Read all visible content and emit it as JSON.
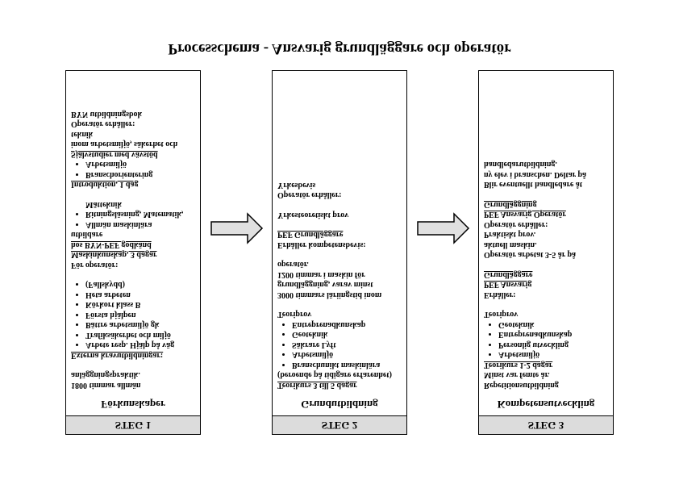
{
  "caption": "Processchema - Ansvarig grundläggare och operatör",
  "steps": [
    {
      "header": "STEG 1",
      "title": "Förkunskaper",
      "lines": [
        {
          "text": "1800 timmar allmän",
          "style": ""
        },
        {
          "text": "anläggningspraktik.",
          "style": ""
        },
        {
          "text": "",
          "style": "gap"
        },
        {
          "text": "Externa kravutbildningar:",
          "style": "u"
        },
        {
          "text": "Arbete resp. Hjälp på väg",
          "style": "li"
        },
        {
          "text": "Trafiksäkerhet och miljö",
          "style": "li"
        },
        {
          "text": "Bättre arbetsmiljö gk",
          "style": "li"
        },
        {
          "text": "Första hjälpen",
          "style": "li"
        },
        {
          "text": "Körkort klass B",
          "style": "li"
        },
        {
          "text": "Heta arbeten",
          "style": "li"
        },
        {
          "text": "(Fallskydd)",
          "style": "li"
        },
        {
          "text": "",
          "style": "gap"
        },
        {
          "text": "För operatör:",
          "style": ""
        },
        {
          "text": "Maskinkunskap, 3 dagar",
          "style": "u"
        },
        {
          "text": "hos BYN-PEF godkänd",
          "style": "u"
        },
        {
          "text": "utbildare",
          "style": ""
        },
        {
          "text": "Allmän maskinlära",
          "style": "li"
        },
        {
          "text": "Ritningsläsning, Matematik,",
          "style": "li"
        },
        {
          "text": "Mätteknik",
          "style": "indent"
        },
        {
          "text": "",
          "style": "gap"
        },
        {
          "text": "Introduktion, 1 dag",
          "style": "u"
        },
        {
          "text": "Branschorientering",
          "style": "li"
        },
        {
          "text": "Arbetsmiljö",
          "style": "li"
        },
        {
          "text": "Självstudier med vävstöd",
          "style": "u"
        },
        {
          "text": "inom arbetsmiljö, säkerhet och",
          "style": ""
        },
        {
          "text": "teknik",
          "style": ""
        },
        {
          "text": "Operatör erhåller:",
          "style": ""
        },
        {
          "text": "BYN utbildningsbok",
          "style": ""
        }
      ]
    },
    {
      "header": "STEG 2",
      "title": "Grundutbildning",
      "lines": [
        {
          "text": "Teorikurs 3 till 5 dagar",
          "style": "u"
        },
        {
          "text": "(beroende på tidigare erfarenhet)",
          "style": ""
        },
        {
          "text": "Branschunikt maskinlära",
          "style": "li"
        },
        {
          "text": "Arbetsmiljö",
          "style": "li"
        },
        {
          "text": "Säkrare Lyft",
          "style": "li"
        },
        {
          "text": "Geoteknik",
          "style": "li"
        },
        {
          "text": "Entreprenadkunskap",
          "style": "li"
        },
        {
          "text": "Teoriprov",
          "style": ""
        },
        {
          "text": "",
          "style": "gap"
        },
        {
          "text": "3000 timmars läriingstid inom",
          "style": ""
        },
        {
          "text": "grundläggning, varav minst",
          "style": ""
        },
        {
          "text": "1200 timmar i maskin för",
          "style": ""
        },
        {
          "text": "operatör.",
          "style": ""
        },
        {
          "text": "",
          "style": "gap"
        },
        {
          "text": "Erhåller kompetensbevis:",
          "style": ""
        },
        {
          "text": "PEF Grundläggare",
          "style": "u"
        },
        {
          "text": "",
          "style": "gap"
        },
        {
          "text": "Yrkesteoretiskt prov",
          "style": ""
        },
        {
          "text": "",
          "style": "gap"
        },
        {
          "text": "Operatör erhåller:",
          "style": ""
        },
        {
          "text": "Yrkesbevis",
          "style": ""
        }
      ]
    },
    {
      "header": "STEG 3",
      "title": "Kompetensutveckling",
      "lines": [
        {
          "text": "Repetitionsutbildning",
          "style": ""
        },
        {
          "text": "Minst var femte år.",
          "style": ""
        },
        {
          "text": "Teorikurs 1-2 dagar",
          "style": "u"
        },
        {
          "text": "Arbetsmiljö",
          "style": "li"
        },
        {
          "text": "Personlig utveckling",
          "style": "li"
        },
        {
          "text": "Entreprenadkunskap",
          "style": "li"
        },
        {
          "text": "Geoteknik",
          "style": "li"
        },
        {
          "text": "Teoriprov",
          "style": ""
        },
        {
          "text": "",
          "style": "gap"
        },
        {
          "text": "Erhåller:",
          "style": ""
        },
        {
          "text": "PEF Ansvarig",
          "style": "u"
        },
        {
          "text": "Grundläggare",
          "style": "u"
        },
        {
          "text": "",
          "style": "gap"
        },
        {
          "text": "Operatör arbetat 3-5 år på",
          "style": ""
        },
        {
          "text": "aktuell maskin.",
          "style": ""
        },
        {
          "text": "Praktiskt prov.",
          "style": ""
        },
        {
          "text": "Operatör erhåller:",
          "style": ""
        },
        {
          "text": "PEF Ansvarig Operatör",
          "style": "u"
        },
        {
          "text": "Grundläggning",
          "style": "u"
        },
        {
          "text": "",
          "style": "gap"
        },
        {
          "text": "Blir eventuellt handledare åt",
          "style": ""
        },
        {
          "text": "ny elev i branschen. Deltar på",
          "style": ""
        },
        {
          "text": "handledarutbildning.",
          "style": ""
        }
      ]
    }
  ],
  "colors": {
    "header_fill": "#dcdcdc",
    "arrow_fill": "#e0e0e0",
    "stroke": "#000000"
  }
}
